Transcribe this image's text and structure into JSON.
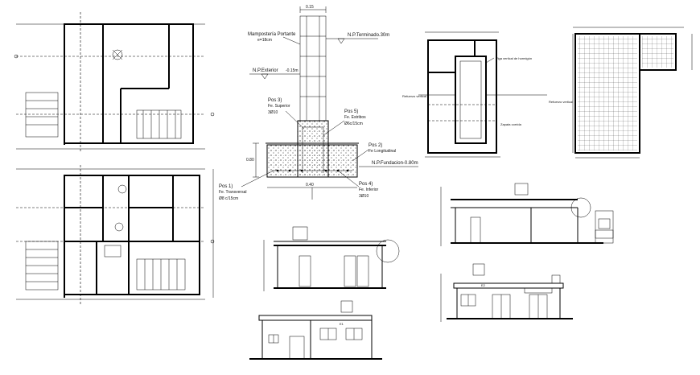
{
  "sheet_title": "",
  "section_labels": {
    "mamposteria": "Mampostería Portante",
    "mamposteria_sub": "e=18cm",
    "np_terminado": "N.P.Terminado.30m",
    "np_exterior": "N.P.Exterior",
    "np_exterior_val": "-0.15m",
    "pos3": "Pos 3)",
    "pos3_sub": "Fe. Superior",
    "pos3_val": "3Ø10",
    "pos5": "Pos 5)",
    "pos5_sub": "Fe. Estribos",
    "pos5_val": "Ø6c/15cm",
    "pos2": "Pos 2)",
    "pos2_sub": "Fe Longitudinal",
    "np_fundacion": "N.P.Fundacion-0.80m",
    "pos1": "Pos 1)",
    "pos1_sub": "Fe. Transversal",
    "pos1_val": "Ø8 c/15cm",
    "pos4": "Pos 4)",
    "pos4_sub": "Fe. Inferior",
    "pos4_val": "3Ø10",
    "dim_top": "0.15",
    "dim_height": "0.80",
    "dim_base": "0.40"
  },
  "plan_labels": {
    "viga": "Viga vertical de hormigón",
    "ref1": "Refuerzo vertical",
    "ref2": "Zapata corrida"
  },
  "elevation_labels": {
    "elev1": "E1",
    "elev2": "E2"
  }
}
